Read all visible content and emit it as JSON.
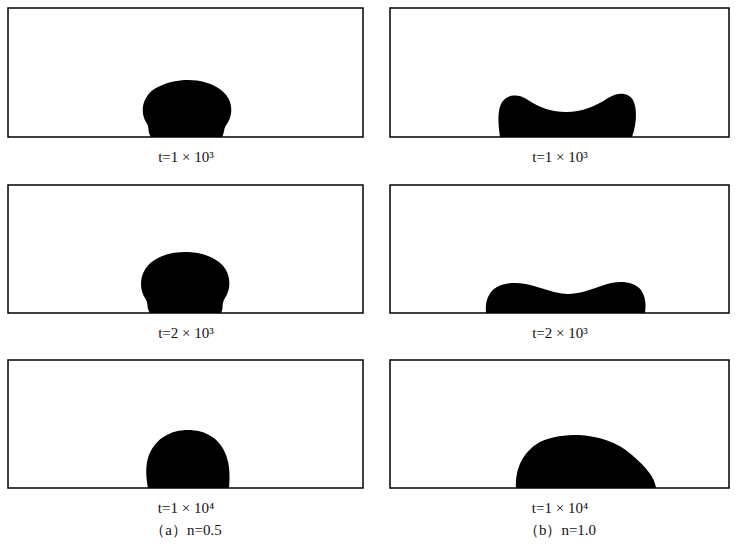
{
  "diagram": {
    "labels": [
      "t=1 × 10³",
      "t=1 × 10³",
      "t=2 × 10³",
      "t=2 × 10³",
      "t=1 × 10⁴",
      "t=1 × 10⁴",
      "（a）n=0.5",
      "（b）n=1.0"
    ]
  }
}
